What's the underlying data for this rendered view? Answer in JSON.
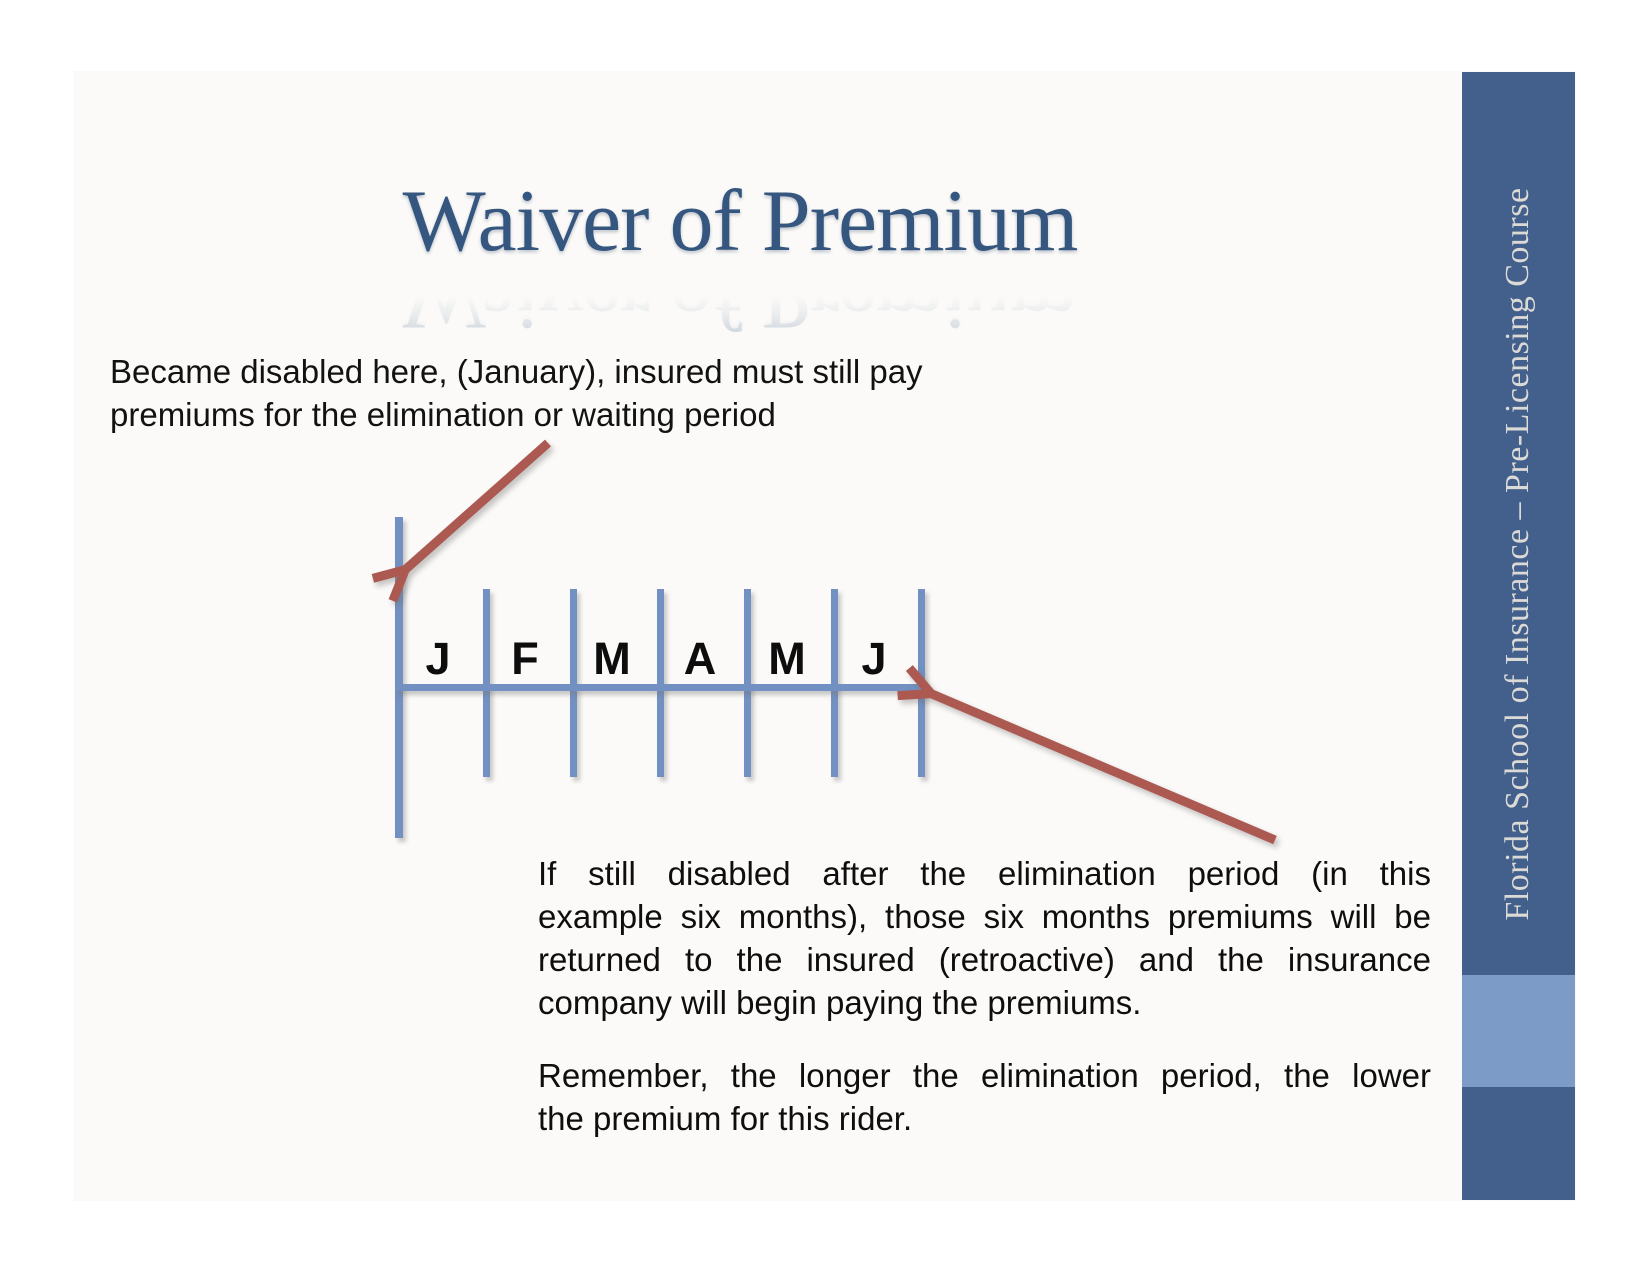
{
  "slide": {
    "title": "Waiver of Premium",
    "annotation_top": {
      "lines": [
        "Became disabled here, (January), insured must still pay",
        "premiums for the elimination or waiting period"
      ]
    },
    "timeline": {
      "months": [
        "J",
        "F",
        "M",
        "A",
        "M",
        "J"
      ]
    },
    "paragraph_1": {
      "lines": [
        "If still disabled after the elimination period (in this",
        "example six months), those six months premiums will be",
        "returned to the insured (retroactive) and the insurance",
        "company will begin paying the premiums."
      ]
    },
    "paragraph_2": {
      "lines": [
        "Remember, the longer the elimination period, the lower",
        "the premium for this rider."
      ]
    },
    "sidebar_text": "Florida School of Insurance – Pre-Licensing Course",
    "colors": {
      "slide_background": "#fbfaf8",
      "timeline_blue": "#7290c1",
      "arrow_red": "#ac5952",
      "sidebar_dark": "#42608b",
      "sidebar_light": "#7d9bc7",
      "title_blue": "#35567f",
      "body_text": "#0e0e0e"
    }
  }
}
